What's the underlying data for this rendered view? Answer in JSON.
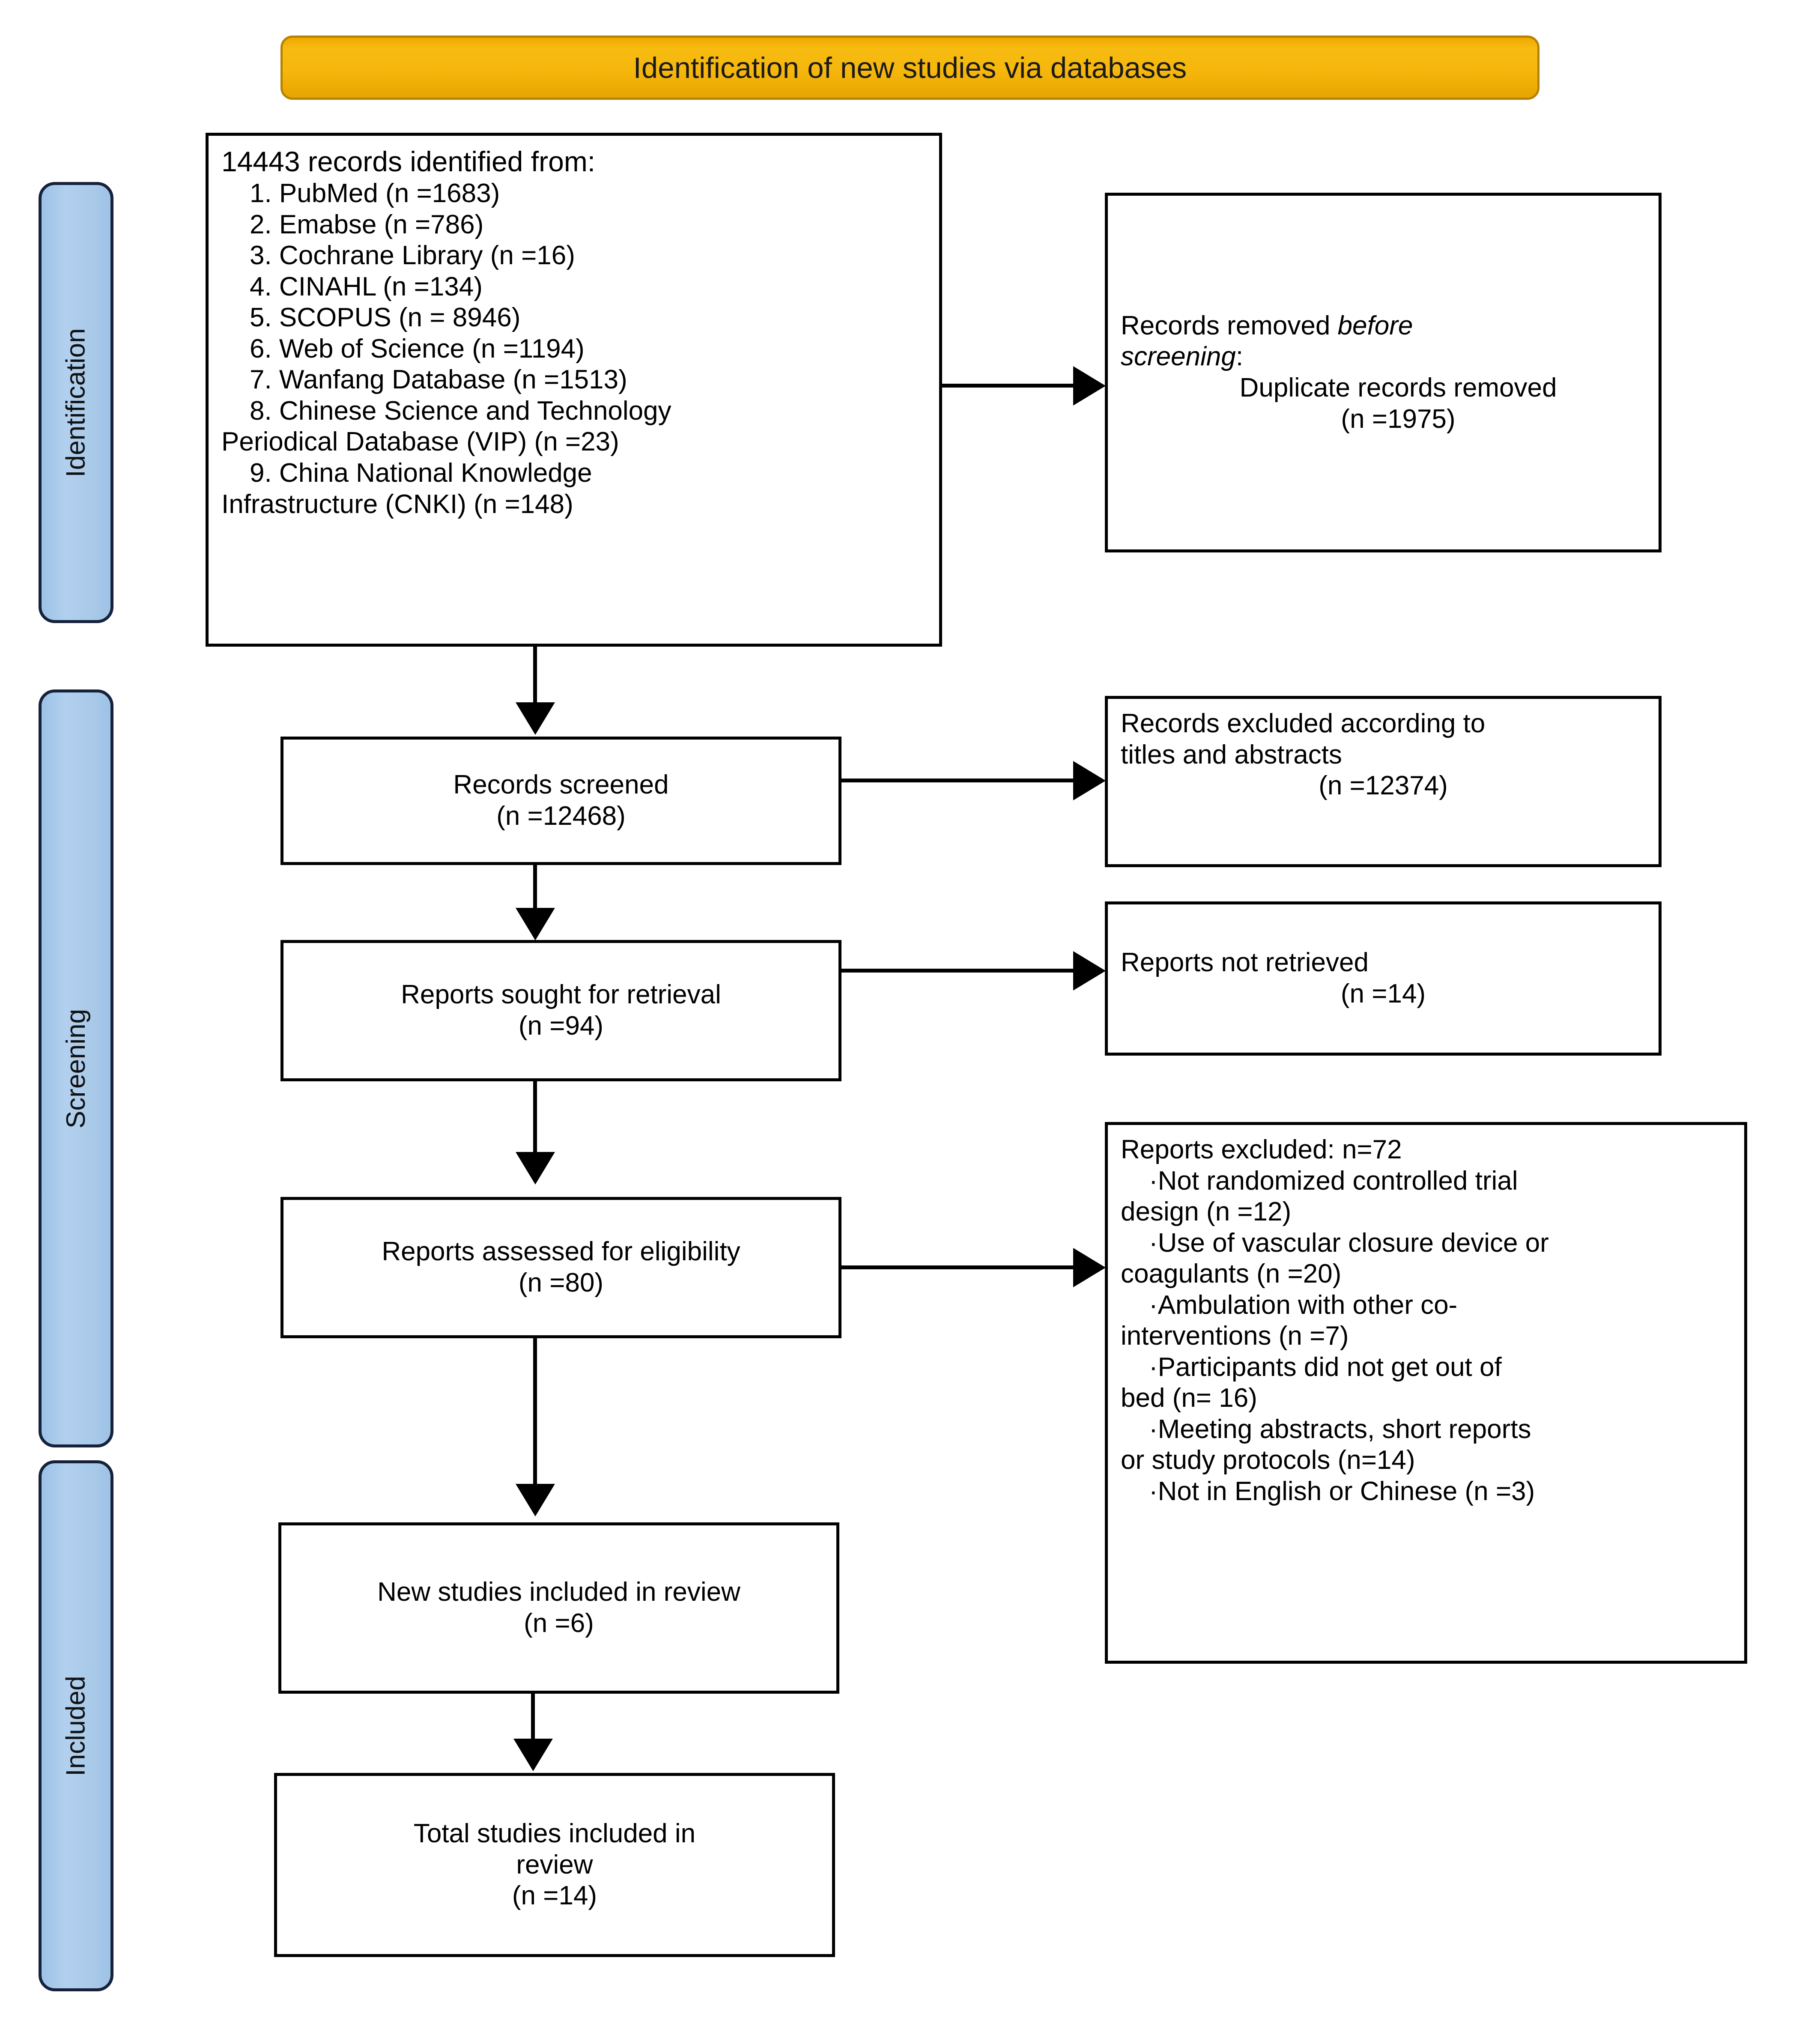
{
  "banner": {
    "title": "Identification of new studies via databases",
    "fill_color": "#F5B30C",
    "border_color": "#B38200"
  },
  "rails": {
    "fill_color": "#A9C9E9",
    "border_color": "#16223A",
    "items": [
      {
        "label": "Identification"
      },
      {
        "label": "Screening"
      },
      {
        "label": "Included"
      }
    ]
  },
  "identification": {
    "records_identified": {
      "heading": "14443 records identified from:",
      "sources": [
        "1. PubMed (n =1683)",
        "2. Emabse (n =786)",
        "3. Cochrane Library (n =16)",
        "4. CINAHL (n =134)",
        "5. SCOPUS (n = 8946)",
        "6. Web of Science (n =1194)",
        "7. Wanfang Database (n =1513)",
        "8. Chinese Science and Technology",
        "Periodical Database (VIP) (n =23)",
        "9. China National Knowledge",
        "Infrastructure (CNKI) (n =148)"
      ]
    },
    "records_removed": {
      "line1_plain": "Records removed ",
      "line1_italic": "before",
      "line2_italic": "screening",
      "line2_plain": ":",
      "line3": "Duplicate records removed",
      "line4": "(n =1975)"
    }
  },
  "screening": {
    "records_screened": {
      "label": "Records screened",
      "count": "(n =12468)"
    },
    "records_excluded": {
      "line1": "Records excluded according to",
      "line2": "titles and abstracts",
      "count": "(n =12374)"
    },
    "reports_sought": {
      "label": "Reports sought for retrieval",
      "count": "(n =94)"
    },
    "reports_not_retrieved": {
      "label": "Reports not retrieved",
      "count": "(n =14)"
    },
    "reports_assessed": {
      "label": "Reports assessed for eligibility",
      "count": "(n =80)"
    },
    "reports_excluded": {
      "heading": "Reports excluded: n=72",
      "reasons": [
        "·Not randomized controlled trial",
        "design (n =12)",
        "·Use of vascular closure device or",
        "coagulants (n =20)",
        "·Ambulation with other co-",
        "interventions (n =7)",
        "·Participants did not get out of",
        "bed (n= 16)",
        "·Meeting abstracts, short reports",
        "or study protocols (n=14)",
        "·Not in English or Chinese (n =3)"
      ]
    }
  },
  "included": {
    "new_studies": {
      "label": "New studies included in review",
      "count": "(n =6)"
    },
    "total_studies": {
      "line1": "Total studies included in",
      "line2": "review",
      "count": "(n =14)"
    }
  },
  "chart_data": {
    "type": "diagram",
    "title": "PRISMA flow diagram",
    "nodes": [
      {
        "id": "identified",
        "stage": "Identification",
        "value": 14443
      },
      {
        "id": "duplicates",
        "stage": "Identification",
        "value": 1975
      },
      {
        "id": "screened",
        "stage": "Screening",
        "value": 12468
      },
      {
        "id": "excluded_ta",
        "stage": "Screening",
        "value": 12374
      },
      {
        "id": "sought",
        "stage": "Screening",
        "value": 94
      },
      {
        "id": "not_retrieved",
        "stage": "Screening",
        "value": 14
      },
      {
        "id": "assessed",
        "stage": "Screening",
        "value": 80
      },
      {
        "id": "rep_excluded",
        "stage": "Screening",
        "value": 72
      },
      {
        "id": "new_included",
        "stage": "Included",
        "value": 6
      },
      {
        "id": "total",
        "stage": "Included",
        "value": 14
      }
    ]
  }
}
